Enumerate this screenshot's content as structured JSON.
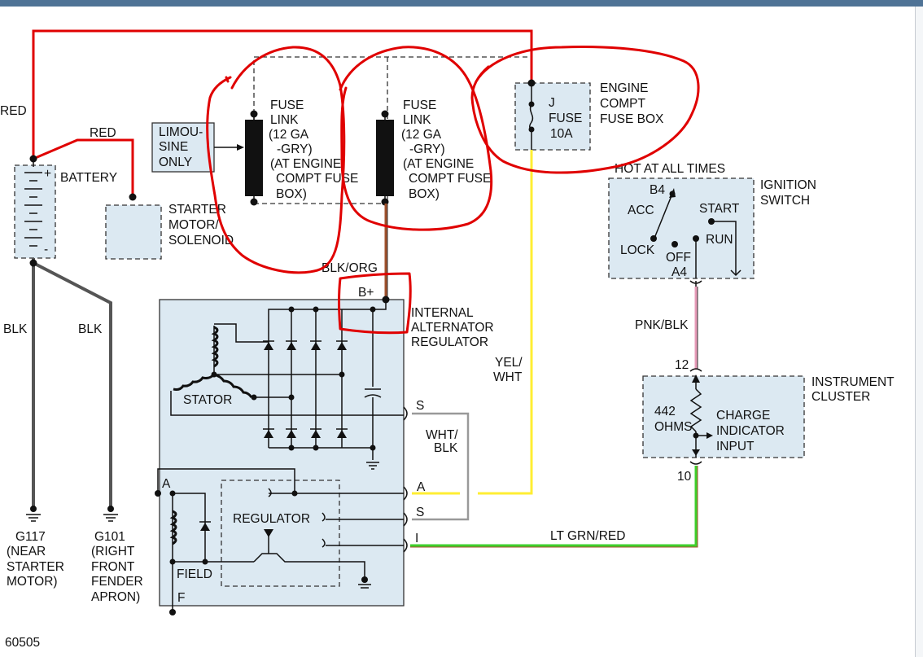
{
  "fig_id": "60505",
  "colors": {
    "annotation": "#e00000",
    "red_wire": "#e00000",
    "yel_wht": "#ffee33",
    "lt_grn_red": "#3fcf2c",
    "blk_org": "#a0522d",
    "pnk_blk": "#e79bb8",
    "blk": "#555555",
    "box_fill": "#dce9f2"
  },
  "labels": {
    "red_left": "RED",
    "red_battery": "RED",
    "battery": "BATTERY",
    "plus": "+",
    "minus": "-",
    "starter": [
      "STARTER",
      "MOTOR/",
      "SOLENOID"
    ],
    "limousine": [
      "LIMOU-",
      "SINE",
      "ONLY"
    ],
    "fuse_link_1": [
      "FUSE",
      "LINK",
      "(12 GA",
      "-GRY)",
      "(AT ENGINE",
      "COMPT FUSE",
      "BOX)"
    ],
    "fuse_link_2": [
      "FUSE",
      "LINK",
      "(12 GA",
      "-GRY)",
      "(AT ENGINE",
      "COMPT FUSE",
      "BOX)"
    ],
    "fuse_j": [
      "J",
      "FUSE",
      "10A"
    ],
    "engine_fuse_box": [
      "ENGINE",
      "COMPT",
      "FUSE BOX"
    ],
    "hot": "HOT AT ALL TIMES",
    "ignition": [
      "IGNITION",
      "SWITCH"
    ],
    "b4": "B4",
    "acc": "ACC",
    "start": "START",
    "run": "RUN",
    "lock": "LOCK",
    "off": "OFF",
    "a4": "A4",
    "blk_org": "BLK/ORG",
    "b_plus": "B+",
    "internal_alt": [
      "INTERNAL",
      "ALTERNATOR",
      "REGULATOR"
    ],
    "yel_wht": [
      "YEL/",
      "WHT"
    ],
    "pnk_blk": "PNK/BLK",
    "pin_12": "12",
    "instrument": [
      "INSTRUMENT",
      "CLUSTER"
    ],
    "ohms": [
      "442",
      "OHMS"
    ],
    "charge": [
      "CHARGE",
      "INDICATOR",
      "INPUT"
    ],
    "pin_10": "10",
    "blk_1": "BLK",
    "blk_2": "BLK",
    "stator": "STATOR",
    "s_term": "S",
    "wht_blk": [
      "WHT/",
      "BLK"
    ],
    "a_term": "A",
    "s_term_2": "S",
    "i_term": "I",
    "a_inner": "A",
    "regulator": "REGULATOR",
    "lt_grn_red": "LT GRN/RED",
    "field": "FIELD",
    "f_term": "F",
    "g117": [
      "G117",
      "(NEAR",
      "STARTER",
      "MOTOR)"
    ],
    "g101": [
      "G101",
      "(RIGHT",
      "FRONT",
      "FENDER",
      "APRON)"
    ]
  }
}
